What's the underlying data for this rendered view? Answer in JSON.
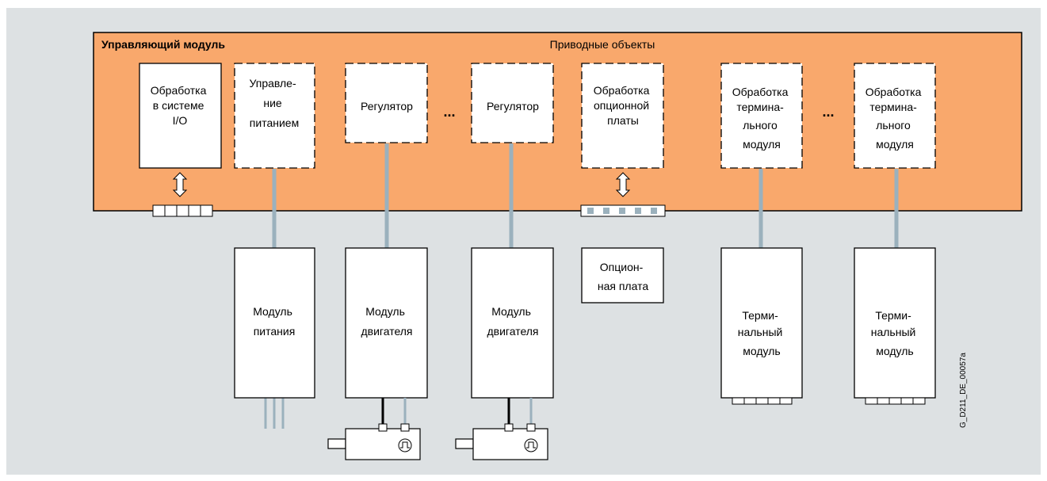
{
  "colors": {
    "canvas_bg": "#dde1e3",
    "control_unit_fill": "#f9a86c",
    "box_fill": "#ffffff",
    "line": "#000000",
    "connector": "#9bb1bd",
    "port_fill": "#9bb1bd"
  },
  "control_unit": {
    "title": "Управляющий модуль",
    "drive_objects_label": "Приводные объекты"
  },
  "internal_blocks": [
    {
      "id": "io",
      "lines": [
        "Обработка",
        "в системе",
        "I/O"
      ],
      "style": "solid"
    },
    {
      "id": "power-control",
      "lines": [
        "Управле-",
        "ние",
        "питанием"
      ],
      "style": "dashed"
    },
    {
      "id": "controller-1",
      "lines": [
        "Регулятор"
      ],
      "style": "dashed"
    },
    {
      "id": "controller-2",
      "lines": [
        "Регулятор"
      ],
      "style": "dashed"
    },
    {
      "id": "option-board-processing",
      "lines": [
        "Обработка",
        "опционной",
        "платы"
      ],
      "style": "dashed"
    },
    {
      "id": "terminal-processing-1",
      "lines": [
        "Обработка",
        "термина-",
        "льного",
        "модуля"
      ],
      "style": "dashed"
    },
    {
      "id": "terminal-processing-2",
      "lines": [
        "Обработка",
        "термина-",
        "льного",
        "модуля"
      ],
      "style": "dashed"
    }
  ],
  "ellipsis": [
    "...",
    "..."
  ],
  "external_modules": [
    {
      "id": "power-module",
      "lines": [
        "Модуль",
        "питания"
      ]
    },
    {
      "id": "motor-module-1",
      "lines": [
        "Модуль",
        "двигателя"
      ]
    },
    {
      "id": "motor-module-2",
      "lines": [
        "Модуль",
        "двигателя"
      ]
    },
    {
      "id": "option-board",
      "lines": [
        "Опцион-",
        "ная плата"
      ]
    },
    {
      "id": "terminal-module-1",
      "lines": [
        "Терми-",
        "нальный",
        "модуль"
      ]
    },
    {
      "id": "terminal-module-2",
      "lines": [
        "Терми-",
        "нальный",
        "модуль"
      ]
    }
  ],
  "motors": [
    {
      "id": "motor-1",
      "symbol": "encoder-pulse-icon"
    },
    {
      "id": "motor-2",
      "symbol": "encoder-pulse-icon"
    }
  ],
  "figure_code": "G_D211_DE_00057a"
}
